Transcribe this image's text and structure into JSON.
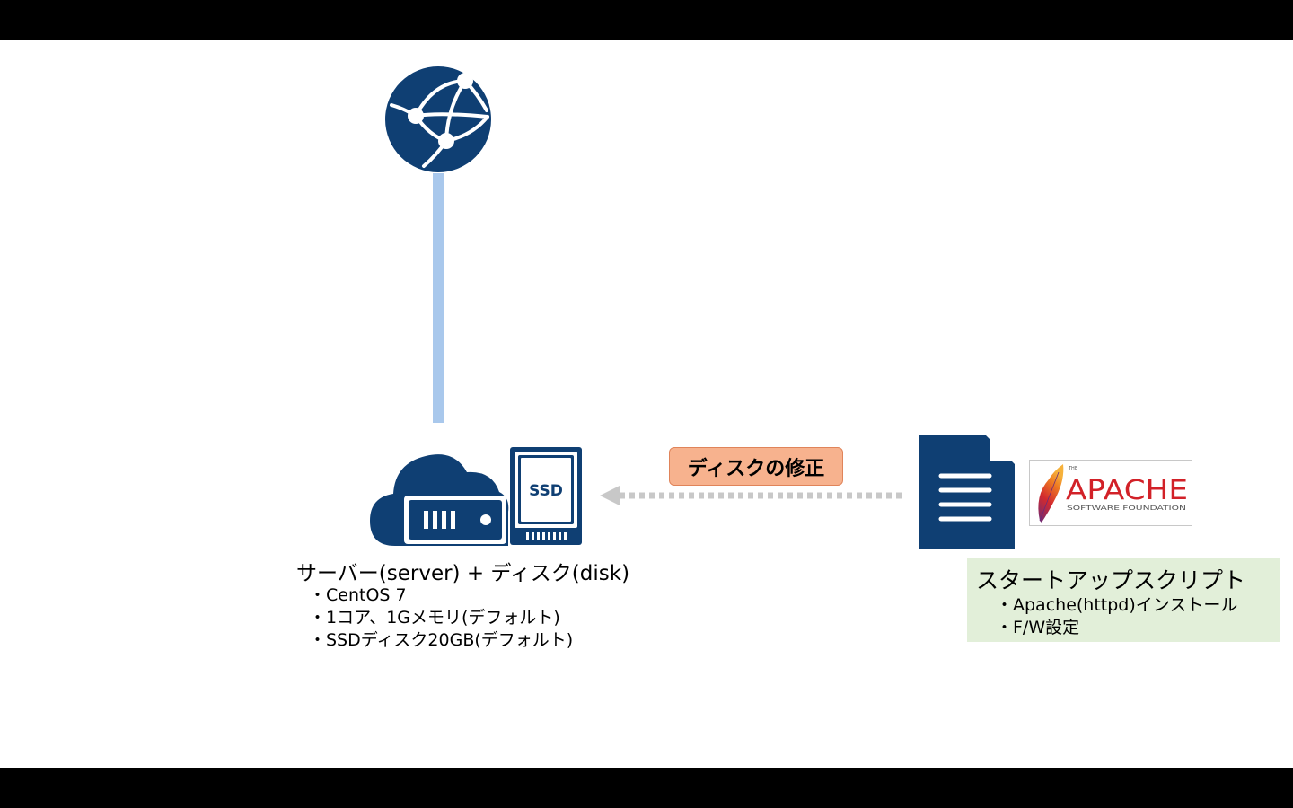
{
  "diagram": {
    "colors": {
      "icon_navy": "#0f3f73",
      "connector": "#a9c8ec",
      "label_fill": "#f7b28e",
      "script_box_fill": "#e2efd9",
      "arrow": "#c8c8c8"
    },
    "ssd_label": "SSD",
    "arrow_label": "ディスクの修正",
    "server": {
      "title": "サーバー(server) + ディスク(disk)",
      "specs": [
        "・CentOS 7",
        "・1コア、1Gメモリ(デフォルト)",
        "・SSDディスク20GB(デフォルト)"
      ]
    },
    "apache_logo": {
      "small_text": "THE",
      "name": "APACHE",
      "subtitle": "SOFTWARE FOUNDATION"
    },
    "startup_script": {
      "title": "スタートアップスクリプト",
      "items": [
        "・Apache(httpd)インストール",
        "・F/W設定"
      ]
    }
  }
}
